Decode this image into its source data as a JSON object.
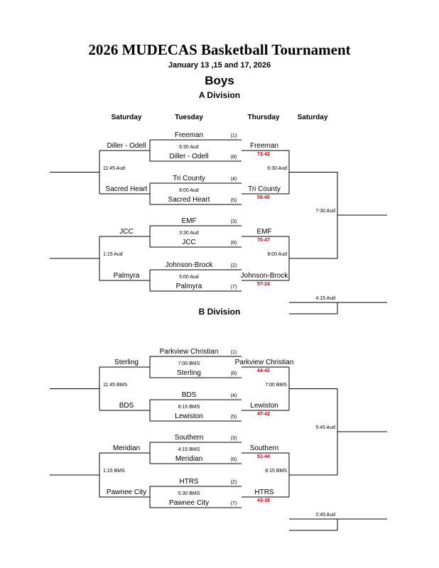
{
  "title": "2026 MUDECAS Basketball Tournament",
  "dates": "January 13 ,15 and 17, 2026",
  "gender": "Boys",
  "headers": [
    "Saturday",
    "Tuesday",
    "Thursday",
    "Saturday"
  ],
  "divisions": [
    {
      "name": "A Division",
      "sat_left": [
        "Diller - Odell",
        "Sacred Heart",
        "JCC",
        "Palmyra"
      ],
      "sat_left_times": [
        "11:45 Aud",
        "1:15 Aud"
      ],
      "tuesday": [
        {
          "top": "Freeman",
          "top_seed": "(1)",
          "time": "6:30 Aud",
          "bottom": "Diller - Odell",
          "bottom_seed": "(8)"
        },
        {
          "top": "Tri County",
          "top_seed": "(4)",
          "time": "8:00 Aud",
          "bottom": "Sacred Heart",
          "bottom_seed": "(5)"
        },
        {
          "top": "EMF",
          "top_seed": "(3)",
          "time": "3:30 Aud",
          "bottom": "JCC",
          "bottom_seed": "(6)"
        },
        {
          "top": "Johnson-Brock",
          "top_seed": "(2)",
          "time": "5:00 Aud",
          "bottom": "Palmyra",
          "bottom_seed": "(7)"
        }
      ],
      "thursday": [
        {
          "team": "Freeman",
          "score": "72-42"
        },
        {
          "team": "Tri County",
          "score": "56-40"
        },
        {
          "team": "EMF",
          "score": "70-47"
        },
        {
          "team": "Johnson-Brock",
          "score": "57-24"
        }
      ],
      "thursday_times": [
        "6:30 Aud",
        "8:00 Aud"
      ],
      "sat_right_times": [
        "7:30 Aud",
        "4:15 Aud"
      ]
    },
    {
      "name": "B Division",
      "sat_left": [
        "Sterling",
        "BDS",
        "Meridian",
        "Pawnee City"
      ],
      "sat_left_times": [
        "11:45 BMS",
        "1:15 BMS"
      ],
      "tuesday": [
        {
          "top": "Parkview Christian",
          "top_seed": "(1)",
          "time": "7:00 BMS",
          "bottom": "Sterling",
          "bottom_seed": "(8)"
        },
        {
          "top": "BDS",
          "top_seed": "(4)",
          "time": "8:15 BMS",
          "bottom": "Lewiston",
          "bottom_seed": "(5)"
        },
        {
          "top": "Southern",
          "top_seed": "(3)",
          "time": "4:15 BMS",
          "bottom": "Meridian",
          "bottom_seed": "(6)"
        },
        {
          "top": "HTRS",
          "top_seed": "(2)",
          "time": "5:30 BMS",
          "bottom": "Pawnee City",
          "bottom_seed": "(7)"
        }
      ],
      "thursday": [
        {
          "team": "Parkview Christian",
          "score": "44-42"
        },
        {
          "team": "Lewiston",
          "score": "47-42"
        },
        {
          "team": "Southern",
          "score": "51-44"
        },
        {
          "team": "HTRS",
          "score": "43-39"
        }
      ],
      "thursday_times": [
        "7:00 BMS",
        "8:15 BMS"
      ],
      "sat_right_times": [
        "5:45 Aud",
        "2:45 Aud"
      ]
    }
  ]
}
